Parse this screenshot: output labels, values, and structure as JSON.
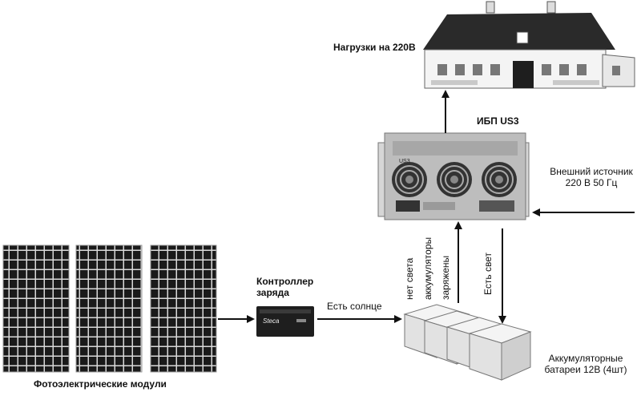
{
  "labels": {
    "loads": "Нагрузки на 220В",
    "ups": "ИБП US3",
    "external_source_line1": "Внешний источник",
    "external_source_line2": "220 В  50 Гц",
    "controller_line1": "Контроллер",
    "controller_line2": "заряда",
    "sun_present": "Есть солнце",
    "pv_modules": "Фотоэлектрические модули",
    "no_power": "нет света",
    "batteries_charged_line1": "аккумуляторы",
    "batteries_charged_line2": "заряжены",
    "power_present": "Есть свет",
    "batteries_line1": "Аккумуляторные",
    "batteries_line2": "батареи 12В (4шт)"
  },
  "device_text": {
    "ups_model": "US3",
    "controller_brand": "Steca"
  },
  "colors": {
    "panel_cell": "#1a1a1a",
    "panel_frame": "#d9d9d9",
    "ups_body": "#bfbfbf",
    "battery_body": "#e6e6e6",
    "roof": "#2a2a2a",
    "arrow": "#111111"
  }
}
